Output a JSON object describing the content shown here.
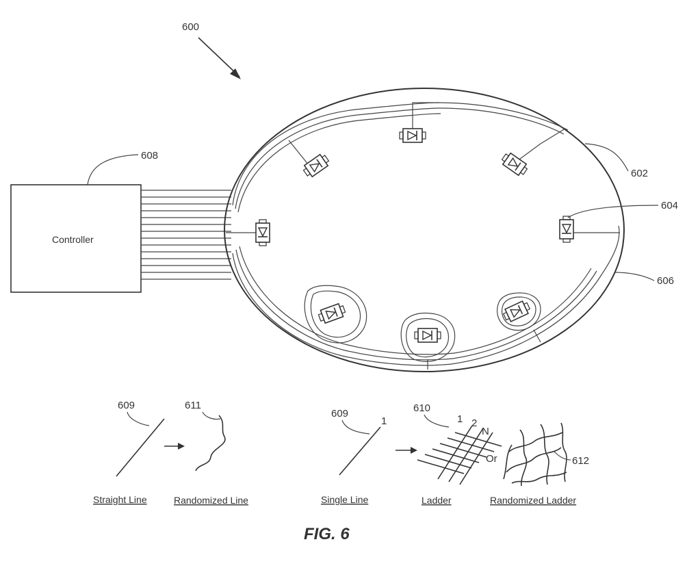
{
  "figure": {
    "ref_main": "600",
    "ref_controller": "608",
    "ref_substrate": "602",
    "ref_device": "604",
    "ref_trace": "606",
    "controller_label": "Controller",
    "title": "FIG. 6"
  },
  "legend": {
    "ref_straight": "609",
    "ref_randomized": "611",
    "ref_single": "609",
    "ref_single_index": "1",
    "ref_ladder": "610",
    "ladder_index_1": "1",
    "ladder_index_2": "2",
    "ladder_index_n": "N",
    "or_label": "Or",
    "ref_randomized_ladder": "612",
    "cap_straight": "Straight Line",
    "cap_randomized": "Randomized Line",
    "cap_single": "Single Line",
    "cap_ladder": "Ladder",
    "cap_randomized_ladder": "Randomized Ladder"
  }
}
